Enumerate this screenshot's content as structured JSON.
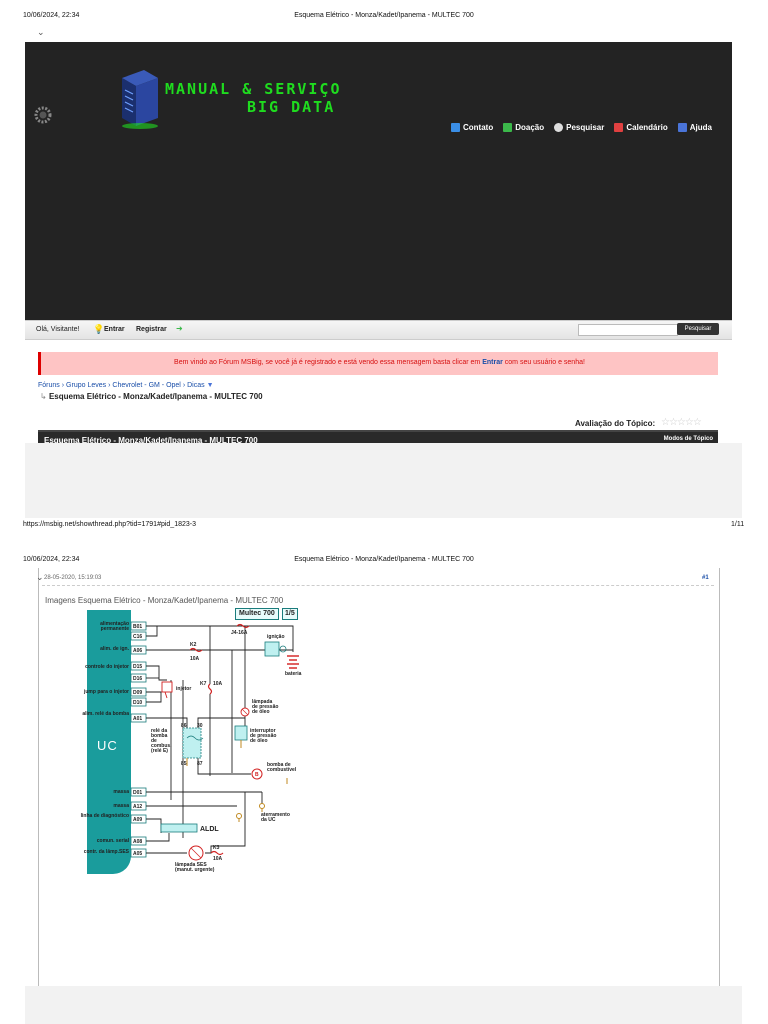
{
  "page1": {
    "print_header": {
      "datetime": "10/06/2024, 22:34",
      "title": "Esquema Elétrico - Monza/Kadet/Ipanema - MULTEC 700"
    },
    "logo": {
      "line1": "MANUAL & SERVIÇO",
      "line2": "BIG DATA"
    },
    "nav": [
      {
        "label": "Contato",
        "icon": "contact-icon",
        "color": "#3a8ee6"
      },
      {
        "label": "Doação",
        "icon": "donate-icon",
        "color": "#3bb84a"
      },
      {
        "label": "Pesquisar",
        "icon": "search-icon",
        "color": "#dddddd"
      },
      {
        "label": "Calendário",
        "icon": "calendar-icon",
        "color": "#e04040"
      },
      {
        "label": "Ajuda",
        "icon": "help-icon",
        "color": "#4a74d8"
      }
    ],
    "userbar": {
      "greeting": "Olá, Visitante!",
      "login": "Entrar",
      "register": "Registrar",
      "search_button": "Pesquisar",
      "search_placeholder": ""
    },
    "notice": {
      "before": "Bem vindo ao Fórum MSBig, se você já é registrado e está vendo essa mensagem basta clicar em ",
      "link": "Entrar",
      "after": " com seu usuário e senha!"
    },
    "breadcrumb": {
      "items": [
        "Fóruns",
        "Grupo Leves",
        "Chevrolet - GM - Opel",
        "Dicas"
      ],
      "sep": "›",
      "current": "Esquema Elétrico - Monza/Kadet/Ipanema - MULTEC 700"
    },
    "rating_label": "Avaliação do Tópico:",
    "thread_bar": {
      "title": "Esquema Elétrico - Monza/Kadet/Ipanema - MULTEC 700",
      "modes": "Modos de Tópico"
    },
    "print_footer": {
      "url": "https://msbig.net/showthread.php?tid=1791#pid_1823-3",
      "page": "1/11"
    }
  },
  "page2": {
    "print_header": {
      "datetime": "10/06/2024, 22:34",
      "title": "Esquema Elétrico - Monza/Kadet/Ipanema - MULTEC 700"
    },
    "post": {
      "date": "28-05-2020, 15:19:03",
      "number": "#1",
      "heading": "Imagens Esquema Elétrico - Monza/Kadet/Ipanema - MULTEC 700"
    },
    "diagram": {
      "badge": "Multec 700",
      "badge_page": "1/5",
      "unit_label": "UC",
      "pins": [
        {
          "code": "B01",
          "label": "alimentação permanente"
        },
        {
          "code": "C16",
          "label": ""
        },
        {
          "code": "A06",
          "label": "alim. de ign."
        },
        {
          "code": "D15",
          "label": "controle do injetor"
        },
        {
          "code": "D16",
          "label": ""
        },
        {
          "code": "D09",
          "label": "jump para o injetor"
        },
        {
          "code": "D10",
          "label": ""
        },
        {
          "code": "A01",
          "label": "alim. relé da bomba"
        },
        {
          "code": "D01",
          "label": "massa"
        },
        {
          "code": "A12",
          "label": "massa"
        },
        {
          "code": "A09",
          "label": "linha de diagnóstico"
        },
        {
          "code": "A08",
          "label": "comun. serial"
        },
        {
          "code": "A05",
          "label": "contr. da lâmp.SES"
        }
      ],
      "fuses": {
        "main": "J4-16A",
        "k2": "K2",
        "k2_amp": "10A",
        "k7": "K7",
        "k7_amp": "10A",
        "k3": "K3",
        "k3_amp": "10A"
      },
      "labels": {
        "ignition": "ignição",
        "battery": "bateria",
        "injector": "injetor",
        "oil_lamp": "lâmpada de pressão de óleo",
        "relay": "relé da bomba de combus. (relé E)",
        "oil_switch": "interruptor de pressão de óleo",
        "pump": "bomba de combustível",
        "ground_uc": "aterramento da UC",
        "aldl": "ALDL",
        "ses_lamp": "lâmpada SES (manut. urgente)",
        "relay_pins": [
          "86",
          "30",
          "85",
          "87"
        ]
      },
      "colors": {
        "teal": "#1a9c9c",
        "wire": "#222222",
        "accent": "#d22020"
      }
    }
  }
}
